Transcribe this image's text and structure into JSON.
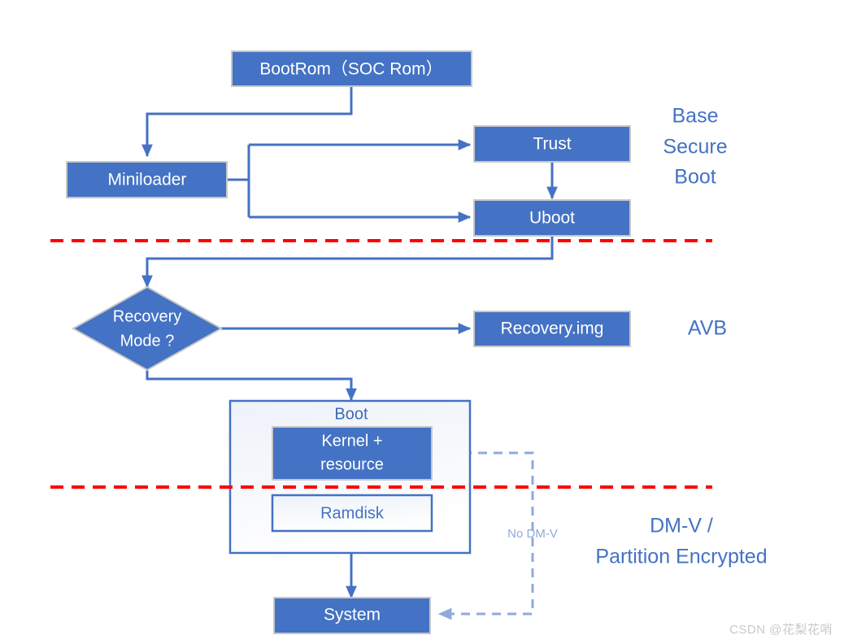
{
  "diagram": {
    "title": "Boot flow secure boot chain",
    "colors": {
      "box_fill": "#4472c4",
      "box_stroke": "#c8c8c8",
      "connector": "#4472c4",
      "dashed_red": "#ff0000",
      "dashed_blue": "#8faadc",
      "group_fill_top": "#f2f5fb",
      "group_fill_bottom": "#ffffff",
      "label_blue": "#4472c4",
      "watermark": "#c9c9c9"
    },
    "nodes": [
      {
        "id": "bootrom",
        "label": "BootRom（SOC Rom）",
        "shape": "rect",
        "style": "solid-blue"
      },
      {
        "id": "miniloader",
        "label": "Miniloader",
        "shape": "rect",
        "style": "solid-blue"
      },
      {
        "id": "trust",
        "label": "Trust",
        "shape": "rect",
        "style": "solid-blue"
      },
      {
        "id": "uboot",
        "label": "Uboot",
        "shape": "rect",
        "style": "solid-blue"
      },
      {
        "id": "recovery-mode",
        "label": "Recovery Mode ?",
        "label_line1": "Recovery",
        "label_line2": "Mode ?",
        "shape": "diamond",
        "style": "solid-blue"
      },
      {
        "id": "recovery-img",
        "label": "Recovery.img",
        "shape": "rect",
        "style": "solid-blue"
      },
      {
        "id": "boot-group",
        "label": "Boot",
        "shape": "rect",
        "style": "light-gradient"
      },
      {
        "id": "kernel-resource",
        "label": "Kernel + resource",
        "label_line1": "Kernel +",
        "label_line2": "resource",
        "shape": "rect",
        "style": "solid-blue"
      },
      {
        "id": "ramdisk",
        "label": "Ramdisk",
        "shape": "rect",
        "style": "light-outline"
      },
      {
        "id": "system",
        "label": "System",
        "shape": "rect",
        "style": "solid-blue"
      }
    ],
    "side_labels": [
      {
        "id": "base-secure-boot",
        "lines": [
          "Base",
          "Secure",
          "Boot"
        ]
      },
      {
        "id": "avb",
        "lines": [
          "AVB"
        ]
      },
      {
        "id": "dmv-partition",
        "lines": [
          "DM-V /",
          "Partition Encrypted"
        ]
      }
    ],
    "edge_annotations": [
      {
        "id": "no-dmv",
        "label": "No DM-V"
      }
    ],
    "separators": [
      {
        "id": "red-divider-upper",
        "style": "dashed",
        "color": "#ff0000"
      },
      {
        "id": "red-divider-lower",
        "style": "dashed",
        "color": "#ff0000"
      }
    ]
  },
  "watermark": {
    "text": "CSDN @花梨花哨"
  }
}
